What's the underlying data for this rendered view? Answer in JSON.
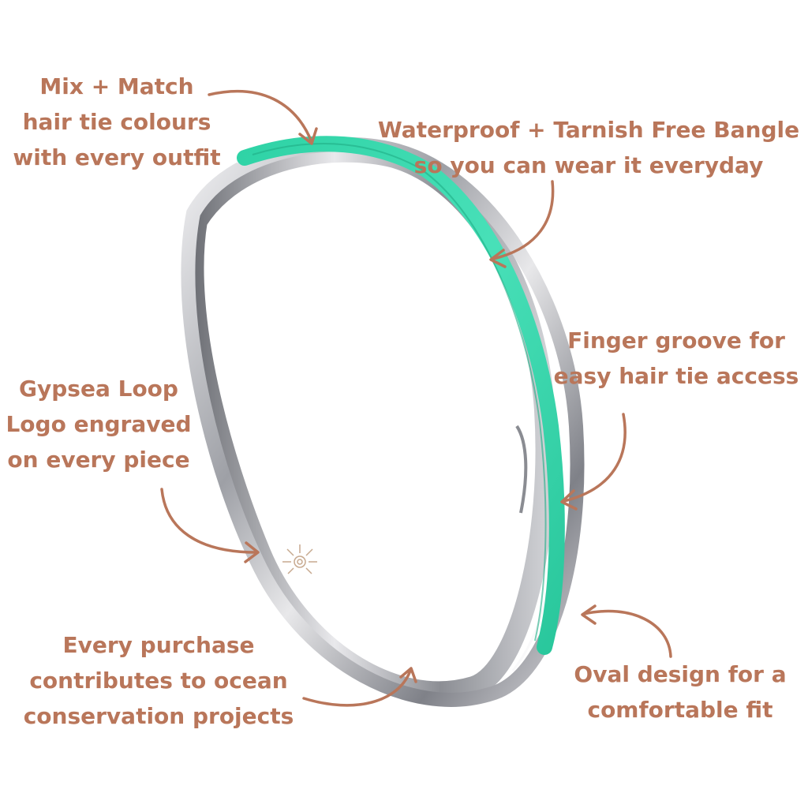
{
  "colors": {
    "text": "#b9765a",
    "arrow": "#b9765a",
    "hair_tie": "#3dd9b0",
    "metal": "#c9c9cc",
    "background": "#ffffff"
  },
  "callouts": {
    "mix_match": {
      "line1": "Mix + Match",
      "line2": "hair tie colours",
      "line3": "with every outfit"
    },
    "waterproof": {
      "line1": "Waterproof + Tarnish Free Bangle",
      "line2": "so you can wear it everyday"
    },
    "finger_groove": {
      "line1": "Finger groove for",
      "line2": "easy hair tie access"
    },
    "logo": {
      "line1": "Gypsea Loop",
      "line2": "Logo engraved",
      "line3": "on every piece"
    },
    "purchase": {
      "line1": "Every purchase",
      "line2": "contributes to ocean",
      "line3": "conservation projects"
    },
    "oval": {
      "line1": "Oval design for a",
      "line2": "comfortable fit"
    }
  },
  "icons": {
    "arrows": "curved-arrow-icon",
    "engraved_logo": "sun-logo-icon"
  }
}
